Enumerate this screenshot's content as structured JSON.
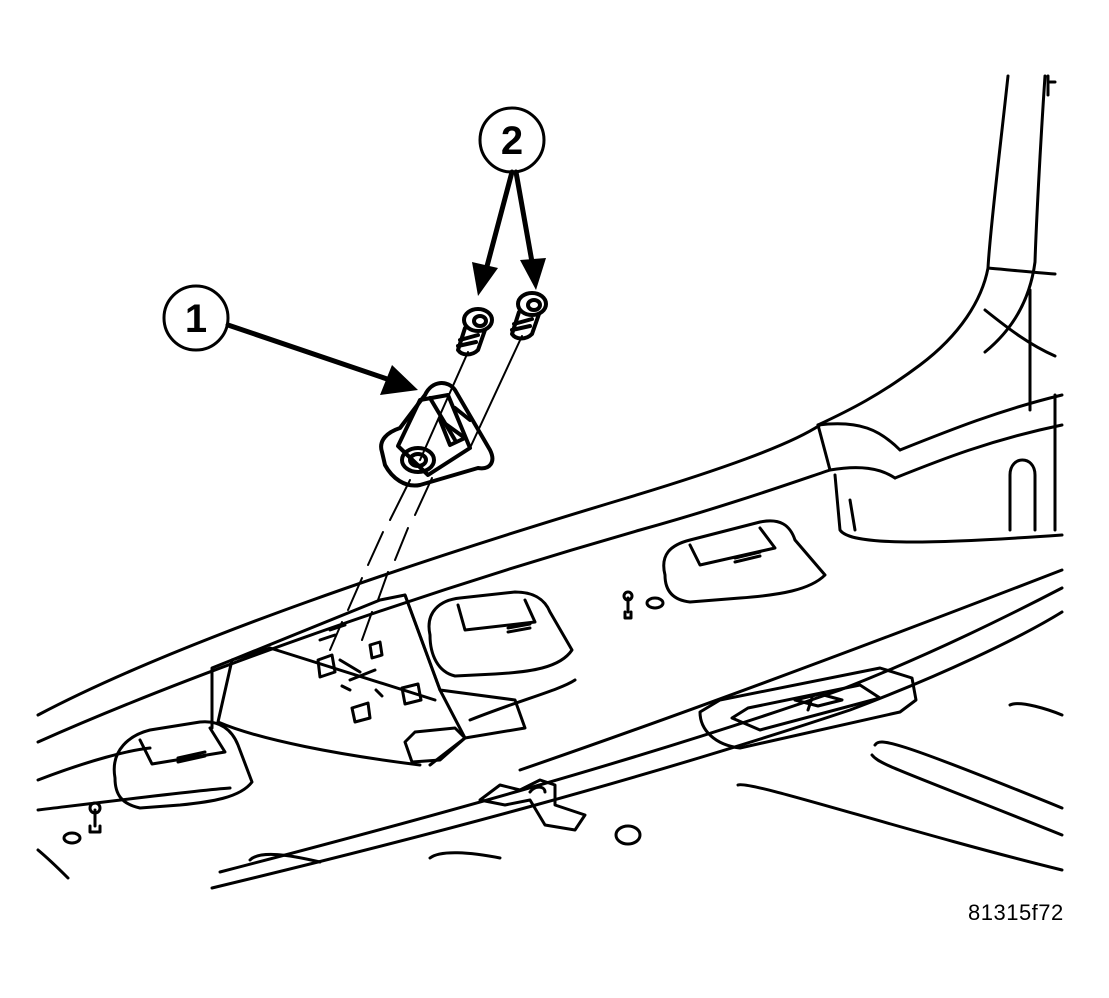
{
  "callouts": [
    {
      "label": "1",
      "part": "bracket"
    },
    {
      "label": "2",
      "part": "screws"
    }
  ],
  "figure_id": "81315f72",
  "colors": {
    "line": "#000000",
    "background": "#ffffff"
  }
}
